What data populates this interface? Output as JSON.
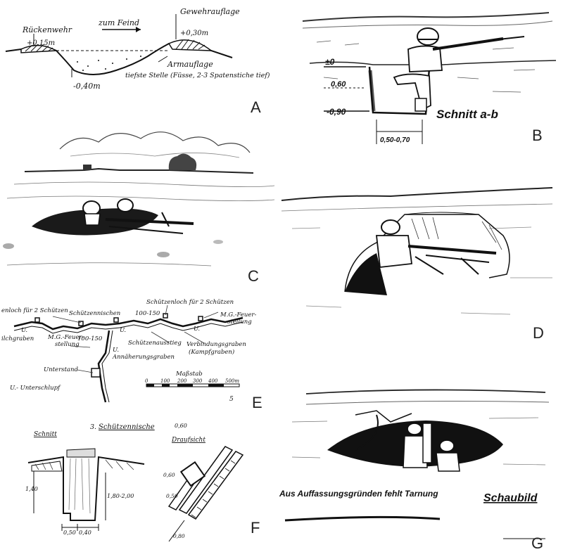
{
  "panels": {
    "A": {
      "letter": "A",
      "labels": {
        "rueckenwehr": "Rückenwehr",
        "plus015": "+0,15m",
        "zum_feind": "zum Feind",
        "gewehrauflage": "Gewehrauflage",
        "plus030": "+0,30m",
        "armauflage": "Armauflage",
        "tiefste": "tiefste Stelle (Füsse, 2-3 Spatenstiche tief)",
        "minus040": "-0,40m"
      }
    },
    "B": {
      "letter": "B",
      "labels": {
        "pm0": "±0",
        "m060": "0,60",
        "m090": "-0,90",
        "schnitt": "Schnitt a-b",
        "width": "0,50-0,70"
      }
    },
    "C": {
      "letter": "C"
    },
    "D": {
      "letter": "D"
    },
    "E": {
      "letter": "E",
      "labels": {
        "schuetzenloch_left": "enloch für 2 Schützen",
        "schuetzenloch_right": "Schützenloch für 2 Schützen",
        "schuetzennischen": "Schützennischen",
        "mg_feuer_right": "M.G.-Feuer-",
        "stellung_right": "stellung",
        "mg_feuer_left": "M.G.-Feuer-",
        "stellung_left": "stellung",
        "schuetzenausstieg": "Schützenausstieg",
        "verbindungsgraben": "Verbindungsgraben",
        "kampfgraben": "(Kampfgraben)",
        "annaeherungsgraben": "Annäherungsgraben",
        "unterstand": "Unterstand",
        "unterschlupf": "U.- Unterschlupf",
        "massstab": "Maßstab",
        "scale_ticks": [
          "0",
          "100",
          "200",
          "300",
          "400",
          "500m"
        ],
        "ilchgraben": "ilchgraben",
        "u": "U.",
        "d1": "100-150",
        "d2": "100-150",
        "page_number": "5"
      }
    },
    "F": {
      "letter": "F",
      "labels": {
        "title_num": "3.",
        "title": "Schützennische",
        "schnitt": "Schnitt",
        "draufsicht": "Draufsicht",
        "top_dim": "0,60",
        "h140": "1,40",
        "h180": "1,80-2,00",
        "w050": "0,50",
        "w040": "0,40",
        "d060": "0,60",
        "d050": "0,50",
        "d080": "0,80"
      }
    },
    "G": {
      "letter": "G",
      "labels": {
        "caption": "Aus Auffassungsgründen fehlt Tarnung",
        "schaubild": "Schaubild"
      }
    }
  }
}
